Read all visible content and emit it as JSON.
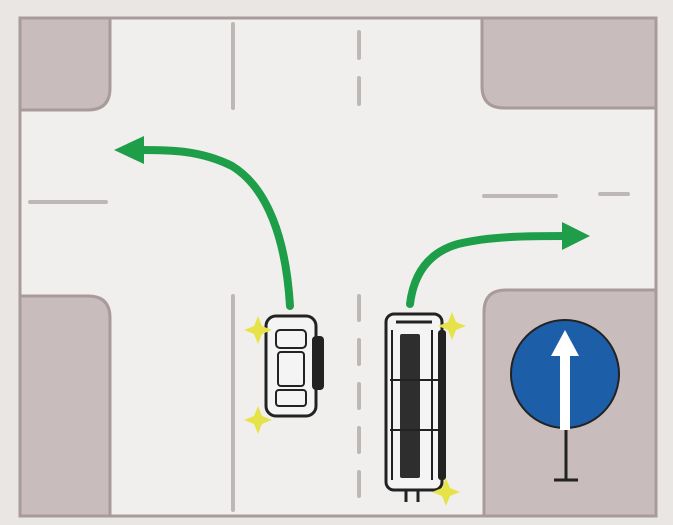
{
  "colors": {
    "paper": "#e9e6e3",
    "road": "#f1efed",
    "sidewalk": "#c9bcbc",
    "sidewalk_edge": "#a99b9c",
    "lane_marking": "#bdb8b6",
    "arrow_green": "#1f9e4a",
    "sign_blue": "#1c5fa8",
    "sign_white": "#ffffff",
    "star_yellow": "#e6e34a",
    "car_body": "#f4f4f4",
    "vehicle_outline": "#222222",
    "tram_window": "#2e2e2e"
  },
  "scene": {
    "car": {
      "direction": "left-turn",
      "turn_signal": "left"
    },
    "tram": {
      "direction": "right-turn",
      "turn_signal": "right"
    },
    "sign": {
      "shape": "circle",
      "symbol": "straight-arrow-up"
    }
  }
}
